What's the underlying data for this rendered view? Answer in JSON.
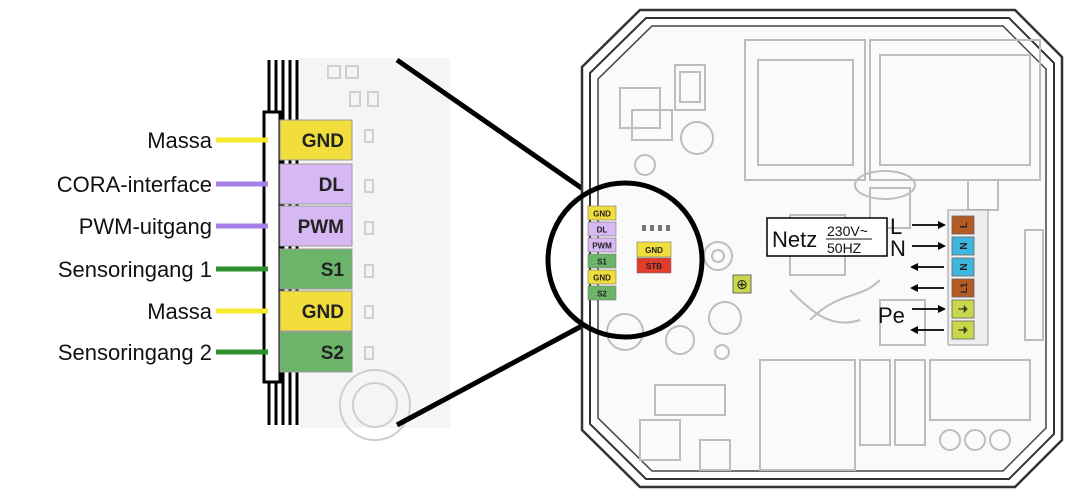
{
  "left_labels": [
    {
      "text": "Massa",
      "terminal": "GND",
      "wire_color": "#f6ea2c",
      "term_color": "#f1de3d"
    },
    {
      "text": "CORA-interface",
      "terminal": "DL",
      "wire_color": "#a47fe6",
      "term_color": "#d6b8f3"
    },
    {
      "text": "PWM-uitgang",
      "terminal": "PWM",
      "wire_color": "#a47fe6",
      "term_color": "#d6b8f3"
    },
    {
      "text": "Sensoringang 1",
      "terminal": "S1",
      "wire_color": "#2f8f2f",
      "term_color": "#6cb46a"
    },
    {
      "text": "Massa",
      "terminal": "GND",
      "wire_color": "#f6ea2c",
      "term_color": "#f1de3d"
    },
    {
      "text": "Sensoringang 2",
      "terminal": "S2",
      "wire_color": "#2f8f2f",
      "term_color": "#6cb46a"
    }
  ],
  "board_terminals": [
    "GND",
    "DL",
    "PWM",
    "S1",
    "GND",
    "S2"
  ],
  "aux_terminals": [
    {
      "text": "GND",
      "color": "#f1de3d"
    },
    {
      "text": "STB",
      "color": "#e23b2a"
    }
  ],
  "power": {
    "label": "Netz",
    "voltage": "230V~",
    "frequency": "50HZ",
    "line_label": "L",
    "neutral_label": "N",
    "earth_label": "Pe"
  },
  "power_terminals": [
    {
      "text": "L",
      "color": "#b35a25"
    },
    {
      "text": "N",
      "color": "#3fb6e0"
    },
    {
      "text": "N",
      "color": "#3fb6e0"
    },
    {
      "text": "L1",
      "color": "#b35a25"
    },
    {
      "text": "⏚",
      "color": "#c8d84a"
    },
    {
      "text": "⏚",
      "color": "#c8d84a"
    }
  ],
  "colors": {
    "line": "#000000",
    "board_outline": "#333333",
    "component_gray": "#bdbdbd"
  }
}
